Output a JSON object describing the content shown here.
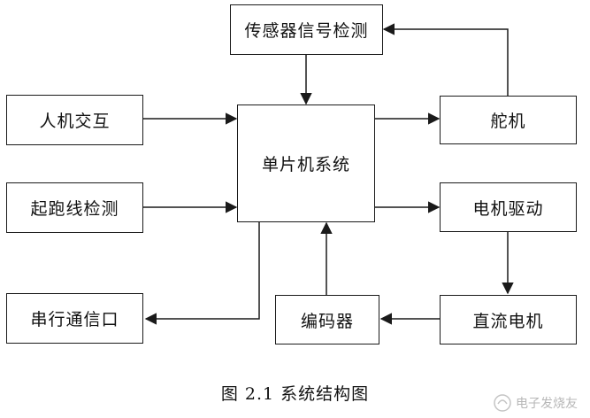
{
  "diagram": {
    "nodes": {
      "sensor": "传感器信号检测",
      "hmi": "人机交互",
      "start_line": "起跑线检测",
      "serial": "串行通信口",
      "mcu": "单片机系统",
      "servo": "舵机",
      "driver": "电机驱动",
      "motor": "直流电机",
      "encoder": "编码器"
    },
    "edges": [
      {
        "from": "sensor",
        "to": "mcu"
      },
      {
        "from": "hmi",
        "to": "mcu"
      },
      {
        "from": "start_line",
        "to": "mcu"
      },
      {
        "from": "mcu",
        "to": "serial"
      },
      {
        "from": "mcu",
        "to": "servo"
      },
      {
        "from": "mcu",
        "to": "driver"
      },
      {
        "from": "servo",
        "to": "sensor"
      },
      {
        "from": "driver",
        "to": "motor"
      },
      {
        "from": "motor",
        "to": "encoder"
      },
      {
        "from": "encoder",
        "to": "mcu"
      }
    ]
  },
  "caption": "图 2.1  系统结构图",
  "watermark": "电子发烧友"
}
